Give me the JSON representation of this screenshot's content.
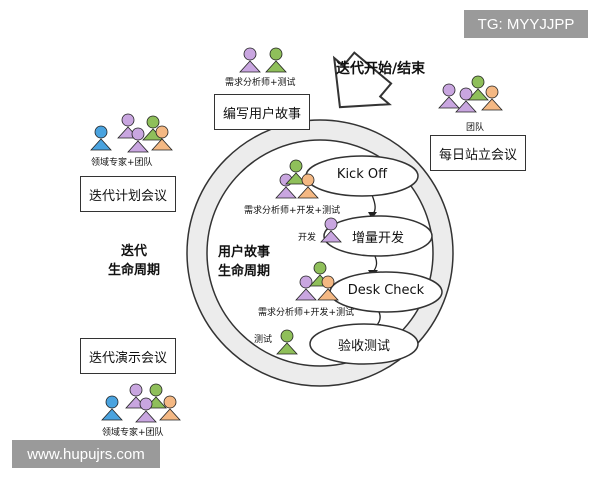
{
  "title": "迭代开始/结束",
  "outer_cycle_label": [
    "迭代",
    "生命周期"
  ],
  "inner_cycle_label": [
    "用户故事",
    "生命周期"
  ],
  "boxes": {
    "story_writing": "编写用户故事",
    "daily_standup": "每日站立会议",
    "iteration_planning": "迭代计划会议",
    "iteration_demo": "迭代演示会议"
  },
  "people_labels": {
    "story_writing": "需求分析师+测试",
    "daily_standup": "团队",
    "iteration_planning": "领域专家+团队",
    "iteration_demo": "领域专家+团队",
    "kickoff": "需求分析师+开发+测试",
    "dev": "开发",
    "desk_check": "需求分析师+开发+测试",
    "acceptance": "测试"
  },
  "steps": {
    "kickoff": "Kick Off",
    "incremental_dev": "增量开发",
    "desk_check": "Desk Check",
    "acceptance_test": "验收测试"
  },
  "watermarks": {
    "tg": "TG: MYYJJPP",
    "url": "www.hupujrs.com"
  },
  "colors": {
    "blue": "#4aa3df",
    "purple": "#c9a6e0",
    "green": "#8fbf5a",
    "orange": "#f4b883",
    "ring": "#e8e8e8"
  }
}
